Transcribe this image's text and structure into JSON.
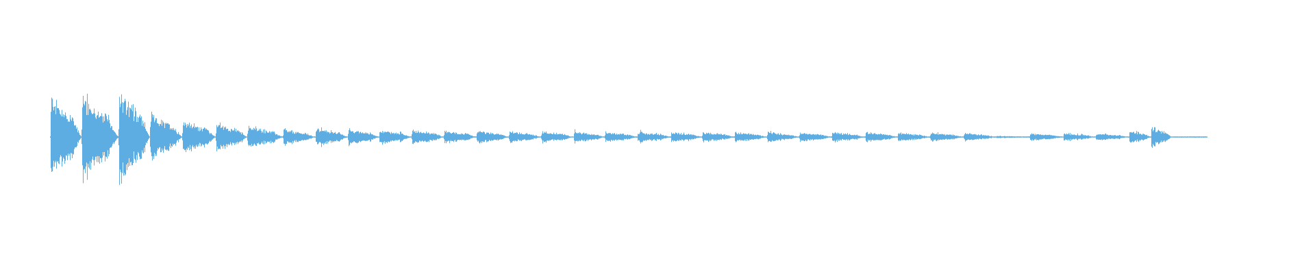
{
  "chart_data": {
    "type": "waveform",
    "color": "#5dade2",
    "background": "#ffffff",
    "axes": "none",
    "grid": false,
    "amplitude_range": [
      -1,
      1
    ],
    "events": [
      {
        "t": 0.0,
        "a": 1.0
      },
      {
        "t": 0.027,
        "a": 0.98
      },
      {
        "t": 0.059,
        "a": 1.05
      },
      {
        "t": 0.086,
        "a": 0.55
      },
      {
        "t": 0.114,
        "a": 0.42
      },
      {
        "t": 0.143,
        "a": 0.35
      },
      {
        "t": 0.17,
        "a": 0.27
      },
      {
        "t": 0.201,
        "a": 0.18
      },
      {
        "t": 0.229,
        "a": 0.22
      },
      {
        "t": 0.257,
        "a": 0.2
      },
      {
        "t": 0.284,
        "a": 0.18
      },
      {
        "t": 0.312,
        "a": 0.18
      },
      {
        "t": 0.34,
        "a": 0.16
      },
      {
        "t": 0.368,
        "a": 0.16
      },
      {
        "t": 0.396,
        "a": 0.14
      },
      {
        "t": 0.424,
        "a": 0.14
      },
      {
        "t": 0.452,
        "a": 0.14
      },
      {
        "t": 0.479,
        "a": 0.13
      },
      {
        "t": 0.507,
        "a": 0.13
      },
      {
        "t": 0.536,
        "a": 0.13
      },
      {
        "t": 0.563,
        "a": 0.13
      },
      {
        "t": 0.591,
        "a": 0.13
      },
      {
        "t": 0.619,
        "a": 0.12
      },
      {
        "t": 0.647,
        "a": 0.12
      },
      {
        "t": 0.675,
        "a": 0.12
      },
      {
        "t": 0.704,
        "a": 0.12
      },
      {
        "t": 0.732,
        "a": 0.11
      },
      {
        "t": 0.76,
        "a": 0.11
      },
      {
        "t": 0.789,
        "a": 0.1
      },
      {
        "t": 0.817,
        "a": 0.03
      },
      {
        "t": 0.846,
        "a": 0.09
      },
      {
        "t": 0.875,
        "a": 0.1
      },
      {
        "t": 0.903,
        "a": 0.09
      },
      {
        "t": 0.932,
        "a": 0.15
      },
      {
        "t": 0.951,
        "a": 0.25
      }
    ],
    "tail_end": 1.0
  }
}
